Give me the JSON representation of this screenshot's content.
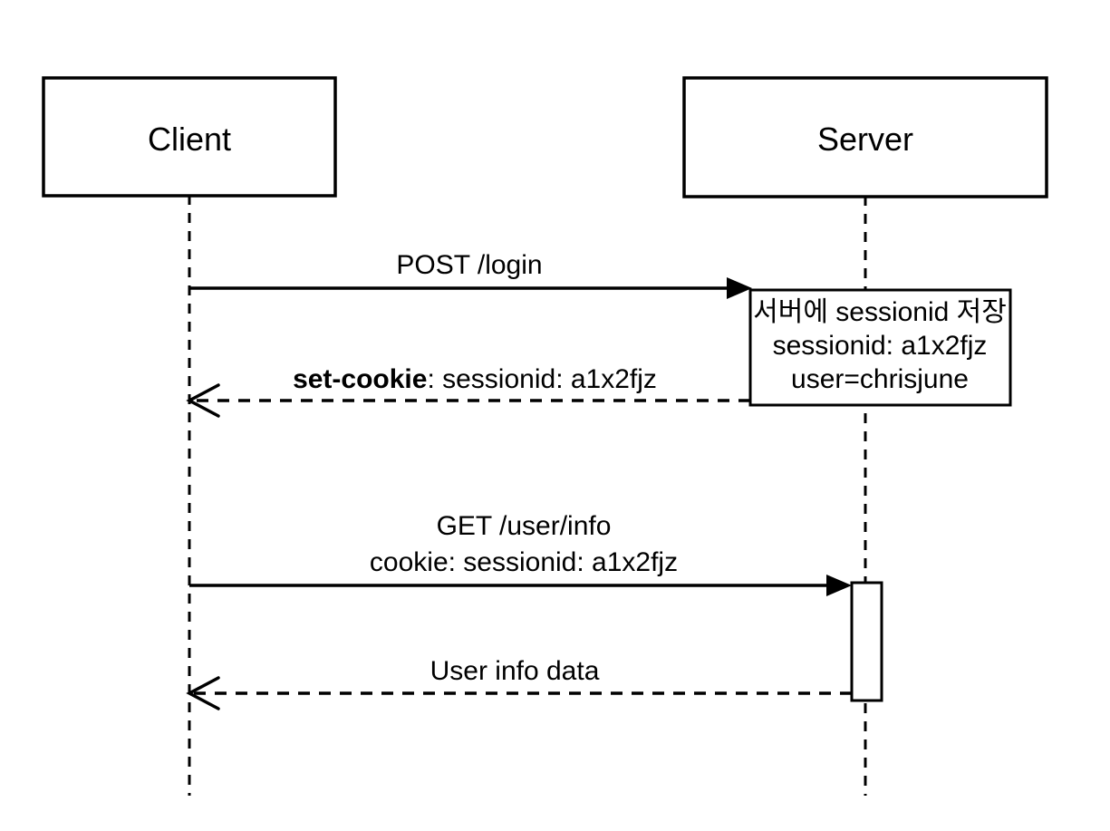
{
  "diagram": {
    "type": "sequence-diagram",
    "colors": {
      "stroke": "#000000",
      "background": "#ffffff"
    },
    "actors": [
      {
        "name": "Client"
      },
      {
        "name": "Server"
      }
    ],
    "messages": [
      {
        "label": "POST /login",
        "from": "Client",
        "to": "Server",
        "line_style": "solid",
        "arrowhead": "filled"
      },
      {
        "label_bold": "set-cookie",
        "label_rest": ": sessionid: a1x2fjz",
        "from": "Server",
        "to": "Client",
        "line_style": "dashed",
        "arrowhead": "open"
      },
      {
        "label_line1": "GET /user/info",
        "label_line2": "cookie: sessionid: a1x2fjz",
        "from": "Client",
        "to": "Server",
        "line_style": "solid",
        "arrowhead": "filled"
      },
      {
        "label": "User info data",
        "from": "Server",
        "to": "Client",
        "line_style": "dashed",
        "arrowhead": "open"
      }
    ],
    "note": {
      "attached_to": "Server",
      "line1": "서버에 sessionid 저장",
      "line2": "sessionid: a1x2fjz",
      "line3": "user=chrisjune"
    }
  }
}
